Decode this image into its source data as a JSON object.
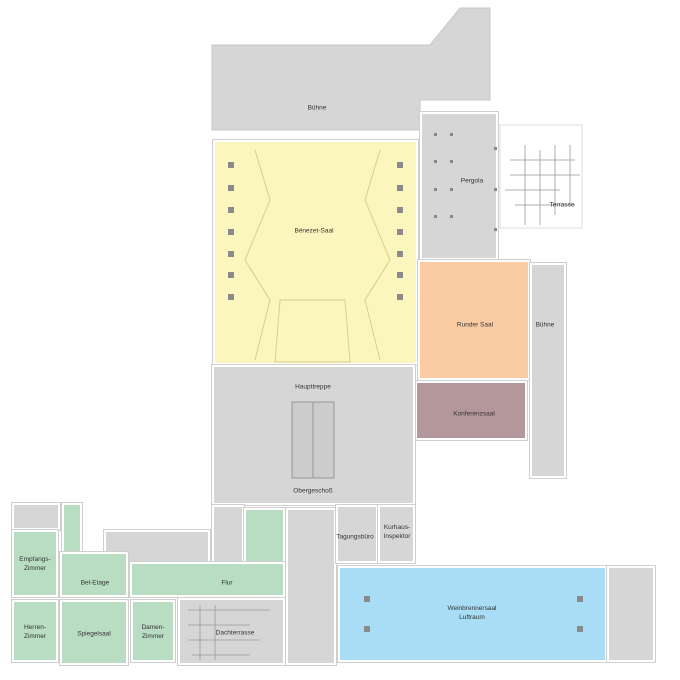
{
  "colors": {
    "service": "#d6d6d6",
    "benezet_saal": "#fbf6bd",
    "runder_saal": "#fbcba4",
    "konferenzsaal": "#b4979b",
    "weinbrennersaal": "#a9ddf6",
    "bel_etage_rooms": "#b9ddc2"
  },
  "rooms": {
    "buehne_top": "Bühne",
    "benezet_saal": "Bénezet-Saal",
    "pergola": "Pergola",
    "terrasse": "Terrasse",
    "runder_saal": "Runder Saal",
    "buehne_right": "Bühne",
    "hauptreppe": "Haupttreppe",
    "konferenzsaal": "Konferenzsaal",
    "obergeschoss": "Obergeschoß",
    "tagungsbuero": "Tagungsbüro",
    "kurhaus_inspektor_1": "Kurhaus-",
    "kurhaus_inspektor_2": "Inspektor",
    "empfangs_1": "Empfangs-",
    "empfangs_2": "Zimmer",
    "bel_etage": "Bel-Etage",
    "flur": "Flur",
    "herren_1": "Herren-",
    "herren_2": "Zimmer",
    "spiegelsaal": "Spiegelsaal",
    "damen_1": "Damen-",
    "damen_2": "Zimmer",
    "dachterrasse": "Dachterrasse",
    "weinbrennersaal": "Weinbrennersaal",
    "luftraum": "Luftraum"
  }
}
